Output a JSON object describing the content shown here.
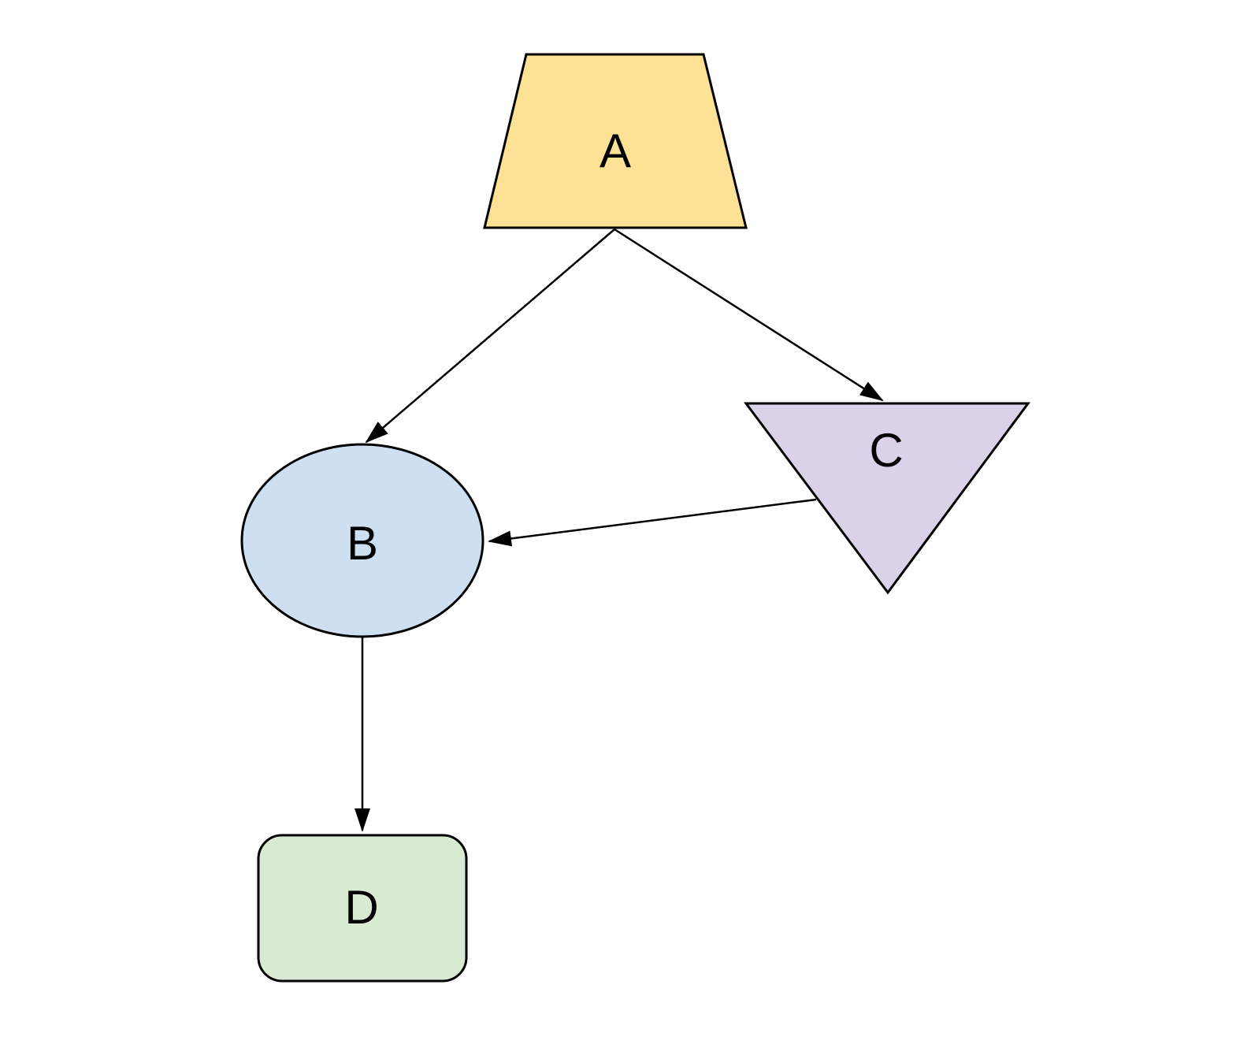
{
  "page": {
    "background_color": "#ffffff"
  },
  "diagram": {
    "stroke_color": "#000000",
    "nodes": [
      {
        "id": "A",
        "label": "A",
        "shape": "trapezoid",
        "fill": "#FDE296"
      },
      {
        "id": "B",
        "label": "B",
        "shape": "ellipse",
        "fill": "#CEDFF2"
      },
      {
        "id": "C",
        "label": "C",
        "shape": "inverted-triangle",
        "fill": "#D9D2E9"
      },
      {
        "id": "D",
        "label": "D",
        "shape": "rounded-rectangle",
        "fill": "#D9EAD3"
      }
    ],
    "edges": [
      {
        "from": "A",
        "to": "B",
        "style": "arrow"
      },
      {
        "from": "A",
        "to": "C",
        "style": "arrow"
      },
      {
        "from": "C",
        "to": "B",
        "style": "arrow"
      },
      {
        "from": "B",
        "to": "D",
        "style": "arrow"
      }
    ]
  }
}
